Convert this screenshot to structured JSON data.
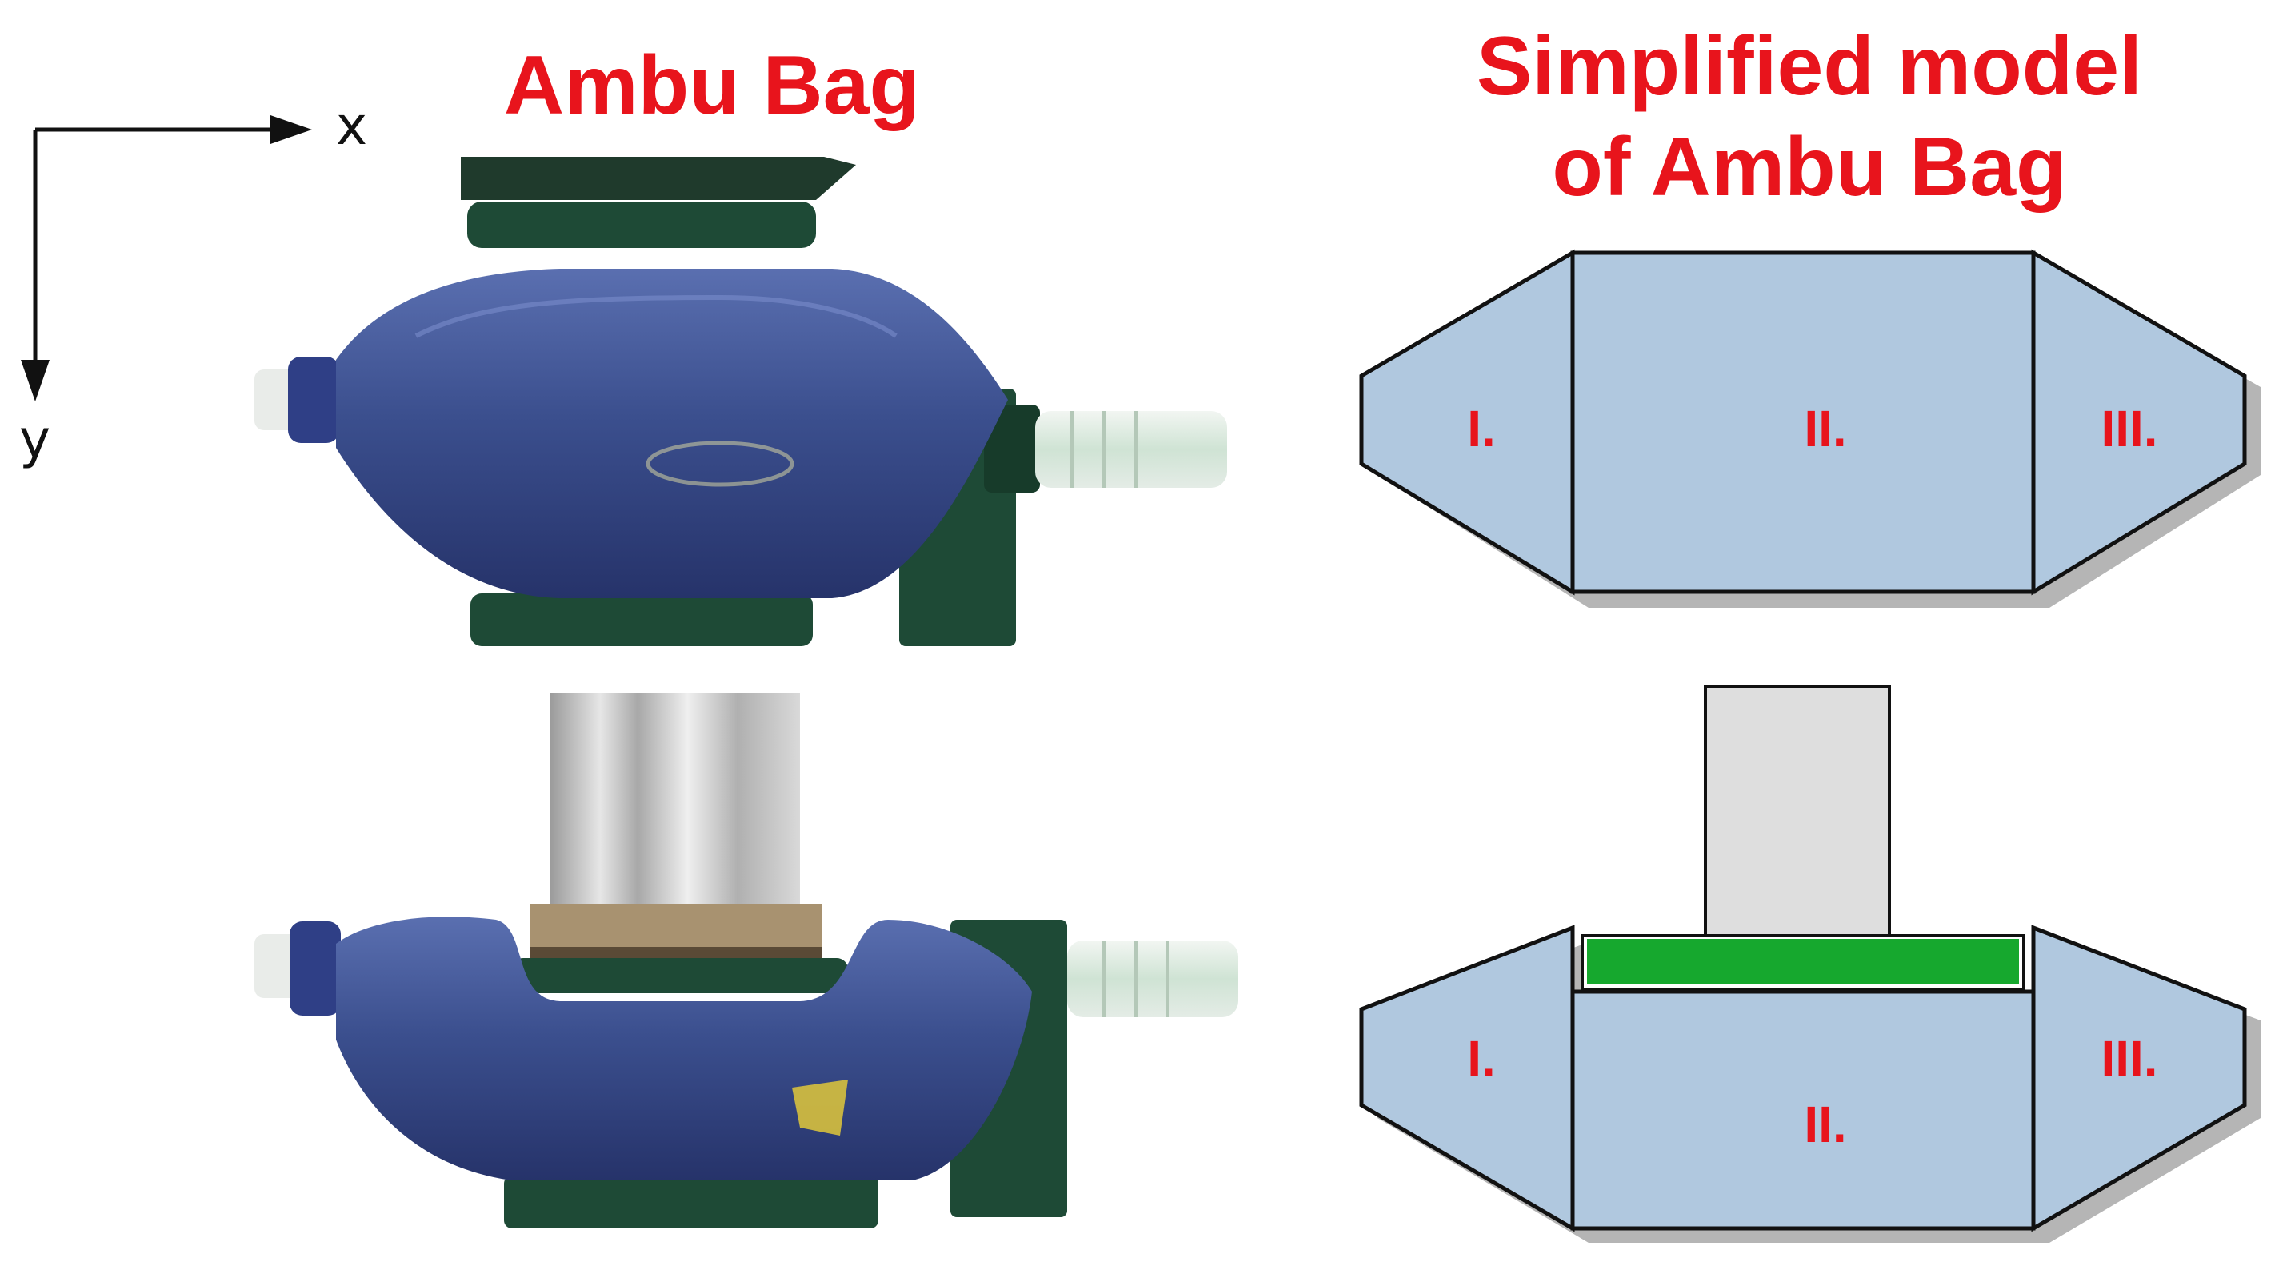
{
  "titles": {
    "left": "Ambu Bag",
    "right_line1": "Simplified model",
    "right_line2": "of Ambu Bag"
  },
  "axes": {
    "x_label": "x",
    "y_label": "y"
  },
  "model_top": {
    "regions": [
      "I.",
      "II.",
      "III."
    ]
  },
  "model_bottom": {
    "regions": [
      "I.",
      "II.",
      "III."
    ]
  },
  "colors": {
    "title": "#e8141c",
    "bag_fill": "#b0c8df",
    "piston_fill": "#dedede",
    "plate_fill": "#16a82e",
    "shadow": "#b5b5b5",
    "outline": "#111111",
    "bag_photo": "#3b4f8e",
    "mount_green": "#1e4a36"
  }
}
